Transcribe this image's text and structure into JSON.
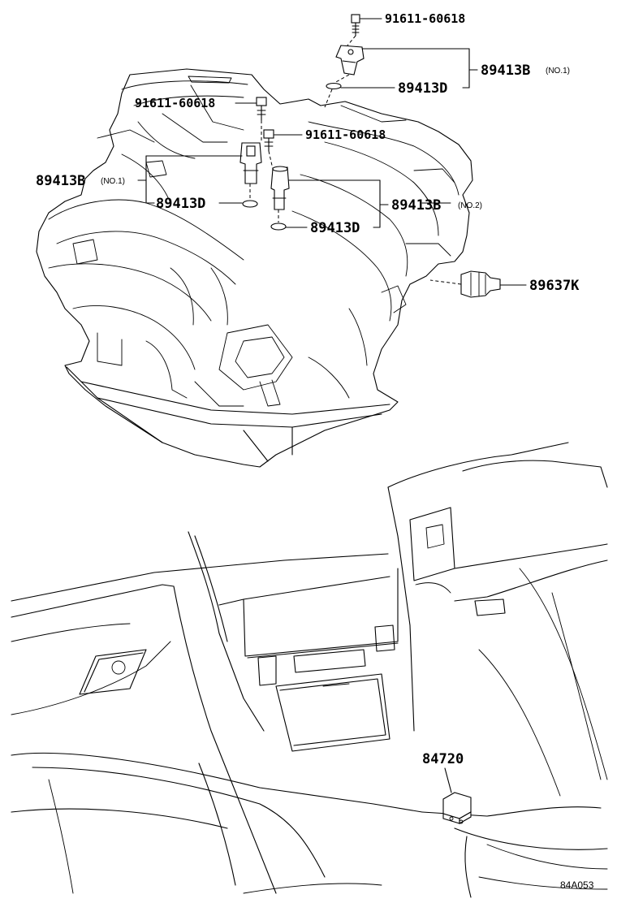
{
  "labels": {
    "bolt_top": "91611-60618",
    "sensor_top": "89413B",
    "sensor_top_note": "(NO.1)",
    "oring_top": "89413D",
    "bolt_left": "91611-60618",
    "bolt_mid": "91611-60618",
    "sensor_left": "89413B",
    "sensor_left_note": "(NO.1)",
    "oring_left": "89413D",
    "sensor_mid": "89413B",
    "sensor_mid_note": "(NO.2)",
    "oring_mid": "89413D",
    "switch_right": "89637K",
    "console_part": "84720",
    "diagram_code": "84A053"
  }
}
